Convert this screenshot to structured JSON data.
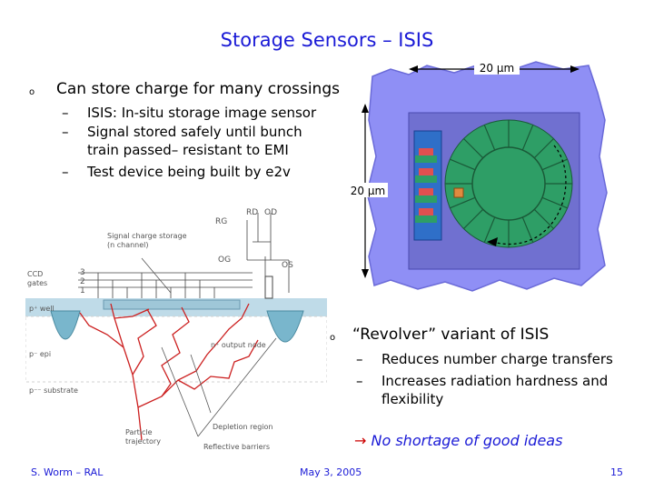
{
  "title": "Storage Sensors – ISIS",
  "main_bullet": {
    "marker": "o",
    "text": "Can store charge for many crossings",
    "subitems": [
      {
        "marker": "–",
        "lines": [
          "ISIS: In-situ storage image sensor"
        ]
      },
      {
        "marker": "–",
        "lines": [
          "Signal stored safely until bunch",
          "train passed– resistant to EMI"
        ]
      },
      {
        "marker": "–",
        "lines": [
          "Test device being built by e2v"
        ]
      }
    ]
  },
  "revolver": {
    "marker": "o",
    "text": "“Revolver” variant of ISIS",
    "subitems": [
      {
        "marker": "–",
        "lines": [
          "Reduces number charge transfers"
        ]
      },
      {
        "marker": "–",
        "lines": [
          "Increases radiation hardness and",
          "flexibility"
        ]
      }
    ]
  },
  "conclusion": {
    "arrow": "→",
    "text": "No shortage of good ideas"
  },
  "diagram_right": {
    "label_top": "20 µm",
    "label_left": "20 µm",
    "colors": {
      "background": "#8f8ff5",
      "panel": "#7070d0",
      "column": "#2f6fc8",
      "wheel": "#2e9e66",
      "arc": "#d8a050",
      "pixel": "#e05050"
    }
  },
  "diagram_left": {
    "labels": {
      "rg": "RG",
      "rd": "RD",
      "od": "OD",
      "og": "OG",
      "os": "OS",
      "signal_storage_1": "Signal charge storage",
      "signal_storage_2": "(n channel)",
      "ccd_1": "CCD",
      "ccd_2": "gates",
      "gate_3": "3",
      "gate_2": "2",
      "gate_1": "1",
      "p_well": "p⁺ well",
      "p_epi": "p⁻ epi",
      "output_node": "n⁺ output node",
      "p_substrate": "p⁻⁻ substrate",
      "depletion": "Depletion region",
      "particle_1": "Particle",
      "particle_2": "trajectory",
      "reflective": "Reflective barriers"
    }
  },
  "footer": {
    "author": "S. Worm – RAL",
    "date": "May 3, 2005",
    "page": "15"
  }
}
